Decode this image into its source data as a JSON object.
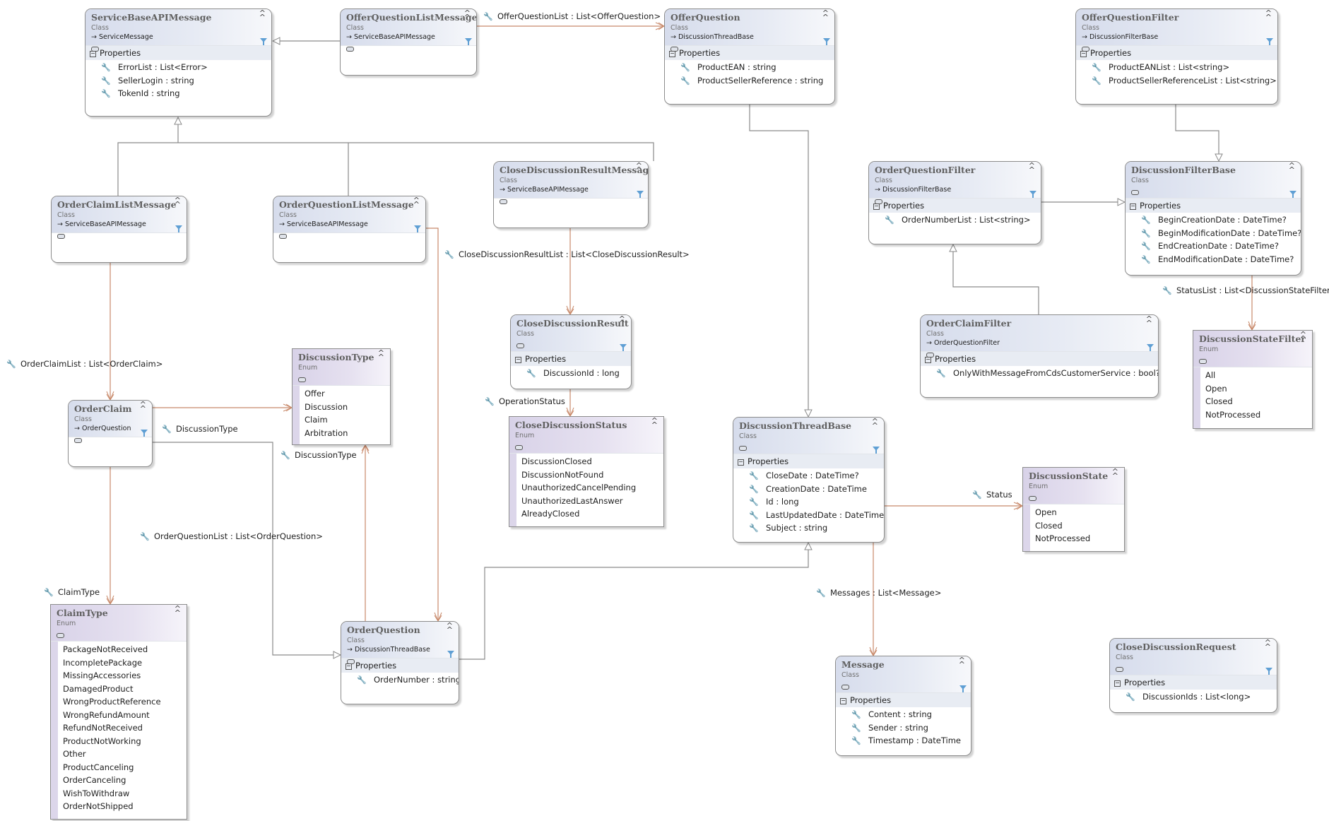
{
  "labels": {
    "class_kind": "Class",
    "enum_kind": "Enum",
    "properties_section": "Properties"
  },
  "icons": {
    "collapse": "chevron-double-up-icon",
    "filter": "funnel-icon",
    "property": "wrench-icon",
    "inherit": "inheritance-arrow-icon",
    "collapse_section": "minus-box-icon"
  },
  "colors": {
    "association_line": "#c8896a",
    "inheritance_line": "#8a8a8a",
    "class_header": "#d6dcec",
    "enum_header": "#d8d2e8"
  },
  "classes": {
    "service_base": {
      "name": "ServiceBaseAPIMessage",
      "kind": "Class",
      "base": "ServiceMessage",
      "properties": [
        "ErrorList : List<Error>",
        "SellerLogin : string",
        "TokenId : string"
      ]
    },
    "offer_question_list_message": {
      "name": "OfferQuestionListMessage",
      "kind": "Class",
      "base": "ServiceBaseAPIMessage",
      "properties": []
    },
    "offer_question": {
      "name": "OfferQuestion",
      "kind": "Class",
      "base": "DiscussionThreadBase",
      "properties": [
        "ProductEAN : string",
        "ProductSellerReference : string"
      ]
    },
    "offer_question_filter": {
      "name": "OfferQuestionFilter",
      "kind": "Class",
      "base": "DiscussionFilterBase",
      "properties": [
        "ProductEANList : List<string>",
        "ProductSellerReferenceList : List<string>"
      ]
    },
    "order_claim_list_message": {
      "name": "OrderClaimListMessage",
      "kind": "Class",
      "base": "ServiceBaseAPIMessage",
      "properties": []
    },
    "order_question_list_message": {
      "name": "OrderQuestionListMessage",
      "kind": "Class",
      "base": "ServiceBaseAPIMessage",
      "properties": []
    },
    "close_discussion_result_message": {
      "name": "CloseDiscussionResultMessage",
      "kind": "Class",
      "base": "ServiceBaseAPIMessage",
      "properties": []
    },
    "order_question_filter": {
      "name": "OrderQuestionFilter",
      "kind": "Class",
      "base": "DiscussionFilterBase",
      "properties": [
        "OrderNumberList : List<string>"
      ]
    },
    "discussion_filter_base": {
      "name": "DiscussionFilterBase",
      "kind": "Class",
      "base": "",
      "properties": [
        "BeginCreationDate : DateTime?",
        "BeginModificationDate : DateTime?",
        "EndCreationDate : DateTime?",
        "EndModificationDate : DateTime?"
      ]
    },
    "close_discussion_result": {
      "name": "CloseDiscussionResult",
      "kind": "Class",
      "base": "",
      "properties": [
        "DiscussionId : long"
      ]
    },
    "order_claim": {
      "name": "OrderClaim",
      "kind": "Class",
      "base": "OrderQuestion",
      "properties": []
    },
    "order_claim_filter": {
      "name": "OrderClaimFilter",
      "kind": "Class",
      "base": "OrderQuestionFilter",
      "properties": [
        "OnlyWithMessageFromCdsCustomerService : bool?"
      ]
    },
    "discussion_thread_base": {
      "name": "DiscussionThreadBase",
      "kind": "Class",
      "base": "",
      "properties": [
        "CloseDate : DateTime?",
        "CreationDate : DateTime",
        "Id : long",
        "LastUpdatedDate : DateTime?",
        "Subject : string"
      ]
    },
    "order_question": {
      "name": "OrderQuestion",
      "kind": "Class",
      "base": "DiscussionThreadBase",
      "properties": [
        "OrderNumber : string"
      ]
    },
    "message": {
      "name": "Message",
      "kind": "Class",
      "base": "",
      "properties": [
        "Content : string",
        "Sender : string",
        "Timestamp : DateTime"
      ]
    },
    "close_discussion_request": {
      "name": "CloseDiscussionRequest",
      "kind": "Class",
      "base": "",
      "properties": [
        "DiscussionIds : List<long>"
      ]
    }
  },
  "enums": {
    "discussion_type": {
      "name": "DiscussionType",
      "kind": "Enum",
      "values": [
        "Offer",
        "Discussion",
        "Claim",
        "Arbitration"
      ]
    },
    "close_discussion_status": {
      "name": "CloseDiscussionStatus",
      "kind": "Enum",
      "values": [
        "DiscussionClosed",
        "DiscussionNotFound",
        "UnauthorizedCancelPending",
        "UnauthorizedLastAnswer",
        "AlreadyClosed"
      ]
    },
    "discussion_state_filter": {
      "name": "DiscussionStateFilter",
      "kind": "Enum",
      "values": [
        "All",
        "Open",
        "Closed",
        "NotProcessed"
      ]
    },
    "discussion_state": {
      "name": "DiscussionState",
      "kind": "Enum",
      "values": [
        "Open",
        "Closed",
        "NotProcessed"
      ]
    },
    "claim_type": {
      "name": "ClaimType",
      "kind": "Enum",
      "values": [
        "PackageNotReceived",
        "IncompletePackage",
        "MissingAccessories",
        "DamagedProduct",
        "WrongProductReference",
        "WrongRefundAmount",
        "RefundNotReceived",
        "ProductNotWorking",
        "Other",
        "ProductCanceling",
        "OrderCanceling",
        "WishToWithdraw",
        "OrderNotShipped"
      ]
    }
  },
  "associations": {
    "offer_question_list": "OfferQuestionList : List<OfferQuestion>",
    "close_discussion_result_list": "CloseDiscussionResultList : List<CloseDiscussionResult>",
    "order_claim_list": "OrderClaimList : List<OrderClaim>",
    "discussion_type_1": "DiscussionType",
    "discussion_type_2": "DiscussionType",
    "operation_status": "OperationStatus",
    "order_question_list": "OrderQuestionList : List<OrderQuestion>",
    "claim_type": "ClaimType",
    "status": "Status",
    "messages": "Messages : List<Message>",
    "status_list": "StatusList : List<DiscussionStateFilter>"
  }
}
